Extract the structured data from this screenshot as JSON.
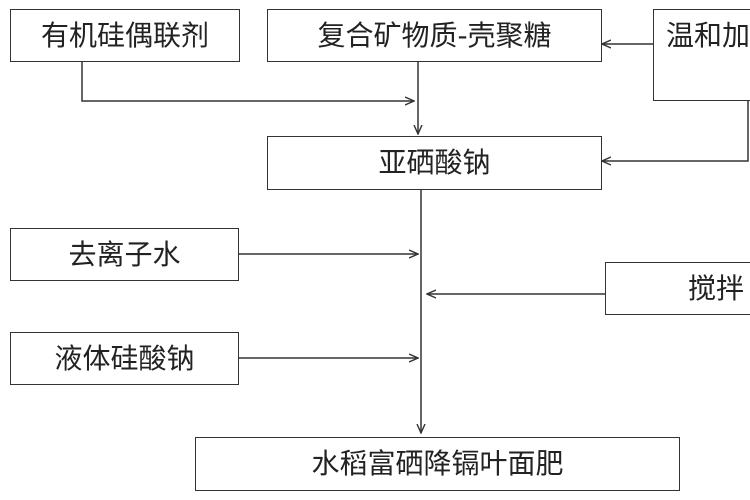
{
  "diagram": {
    "nodes": {
      "silane": "有机硅偶联剂",
      "composite": "复合矿物质-壳聚糖",
      "heating": "温和加",
      "selenite": "亚硒酸钠",
      "water": "去离子水",
      "stirring": "搅拌",
      "silicate": "液体硅酸钠",
      "product": "水稻富硒降镉叶面肥"
    }
  }
}
